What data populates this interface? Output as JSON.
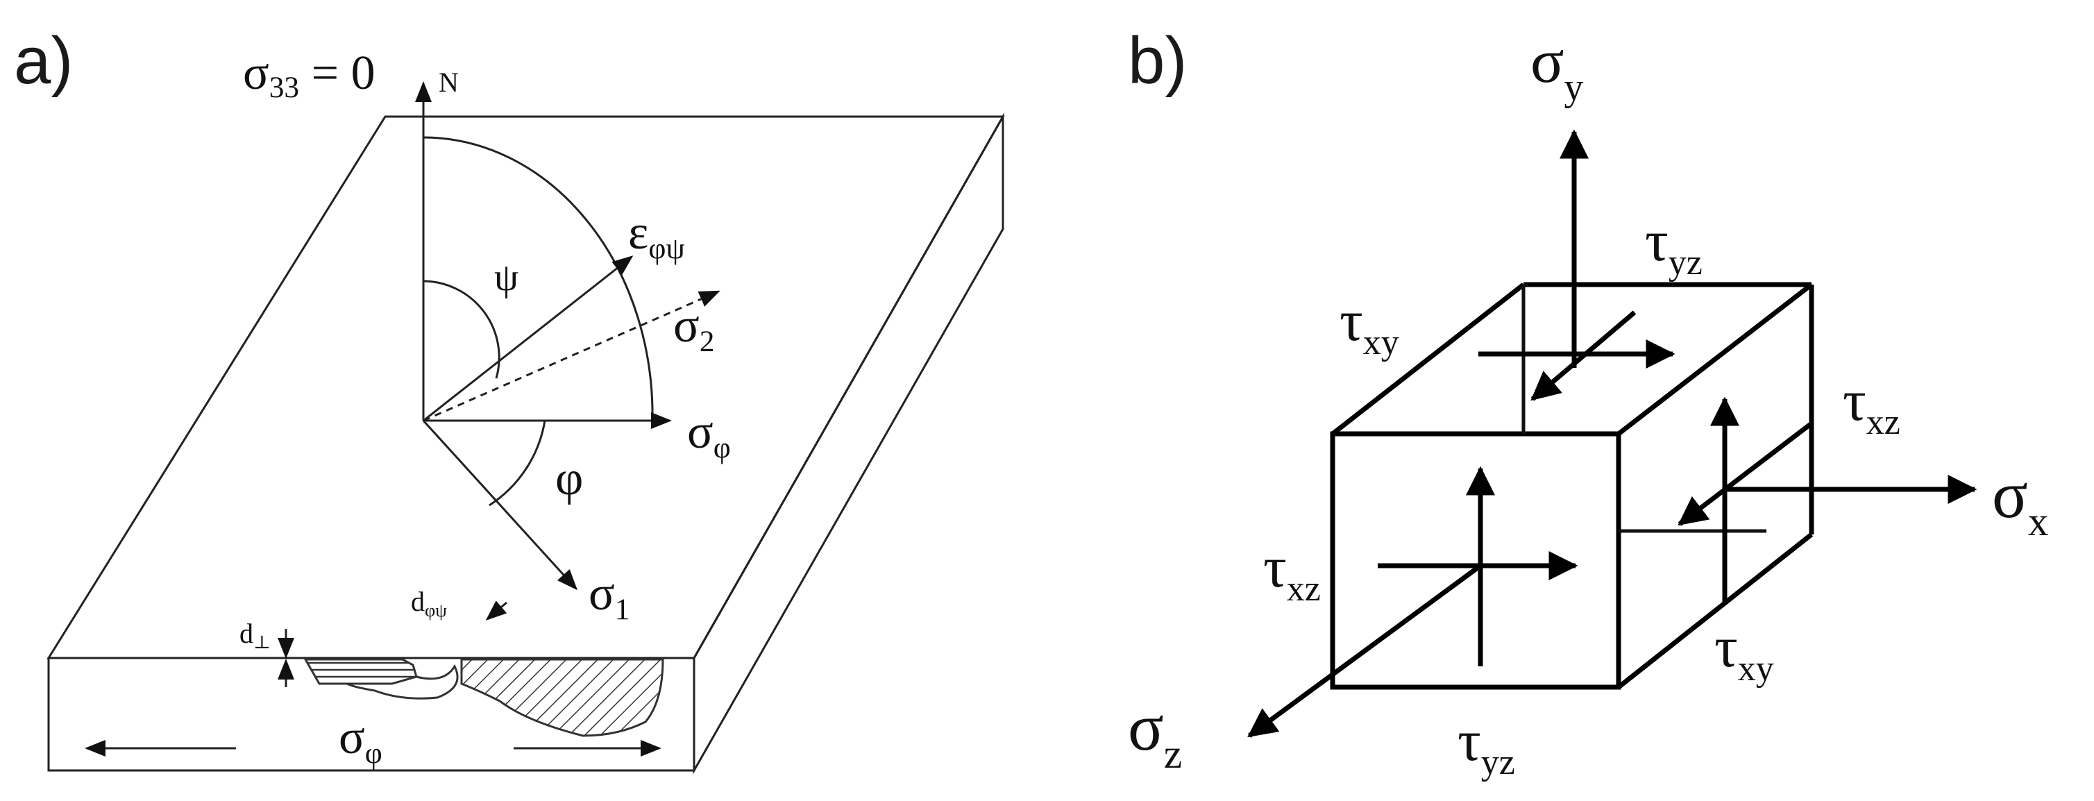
{
  "panel_a": {
    "label": "a)",
    "sigma33": {
      "main": "σ",
      "sub": "33",
      "tail": " = 0"
    },
    "normal": "N",
    "psi": "ψ",
    "epsilon": {
      "main": "ε",
      "sub": "φψ"
    },
    "sigma2": {
      "main": "σ",
      "sub": "2"
    },
    "sigma_phi": {
      "main": "σ",
      "sub": "φ"
    },
    "phi": "φ",
    "sigma1": {
      "main": "σ",
      "sub": "1"
    },
    "d_perp": {
      "main": "d",
      "sub": "⊥"
    },
    "d_phipsi": {
      "main": "d",
      "sub": "φψ"
    },
    "sigma_phi_bottom": {
      "main": "σ",
      "sub": "φ"
    }
  },
  "panel_b": {
    "label": "b)",
    "sigma_y": {
      "main": "σ",
      "sub": "y"
    },
    "tau_yz_top": {
      "main": "τ",
      "sub": "yz"
    },
    "tau_xy_left": {
      "main": "τ",
      "sub": "xy"
    },
    "tau_xz_right": {
      "main": "τ",
      "sub": "xz"
    },
    "sigma_x": {
      "main": "σ",
      "sub": "x"
    },
    "tau_xz_left": {
      "main": "τ",
      "sub": "xz"
    },
    "tau_xy_bottom": {
      "main": "τ",
      "sub": "xy"
    },
    "sigma_z": {
      "main": "σ",
      "sub": "z"
    },
    "tau_yz_bottom": {
      "main": "τ",
      "sub": "yz"
    }
  }
}
